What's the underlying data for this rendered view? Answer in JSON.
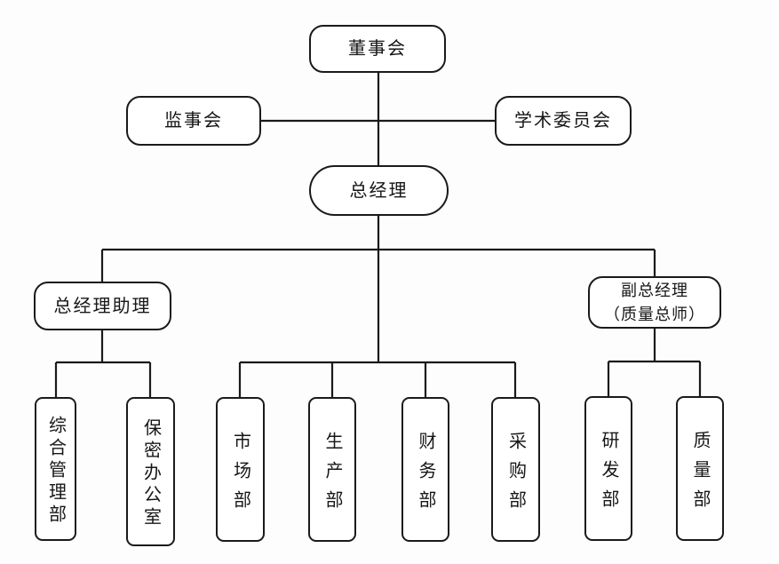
{
  "diagram": {
    "type": "org-chart",
    "colors": {
      "background": "#fdfdfd",
      "box_fill": "#ffffff",
      "box_border": "#1a1a1a",
      "line": "#1a1a1a",
      "text": "#161616"
    },
    "nodes": {
      "board": {
        "label": "董事会"
      },
      "supervisory": {
        "label": "监事会"
      },
      "academic": {
        "label": "学术委员会"
      },
      "gm": {
        "label": "总经理"
      },
      "gm_assistant": {
        "label": "总经理助理"
      },
      "deputy_gm": {
        "label_line1": "副总经理",
        "label_line2": "（质量总师）"
      },
      "dept_general_admin": {
        "label": "综合管理部"
      },
      "dept_confidentiality": {
        "label": "保密办公室"
      },
      "dept_marketing": {
        "label": "市场部"
      },
      "dept_production": {
        "label": "生产部"
      },
      "dept_finance": {
        "label": "财务部"
      },
      "dept_procurement": {
        "label": "采购部"
      },
      "dept_rnd": {
        "label": "研发部"
      },
      "dept_quality": {
        "label": "质量部"
      }
    },
    "edges": [
      "board-gm",
      "supervisory-academic",
      "gm-gm_assistant",
      "gm-deputy_gm",
      "gm-dept_marketing",
      "gm-dept_production",
      "gm-dept_finance",
      "gm-dept_procurement",
      "gm_assistant-dept_general_admin",
      "gm_assistant-dept_confidentiality",
      "deputy_gm-dept_rnd",
      "deputy_gm-dept_quality"
    ]
  }
}
